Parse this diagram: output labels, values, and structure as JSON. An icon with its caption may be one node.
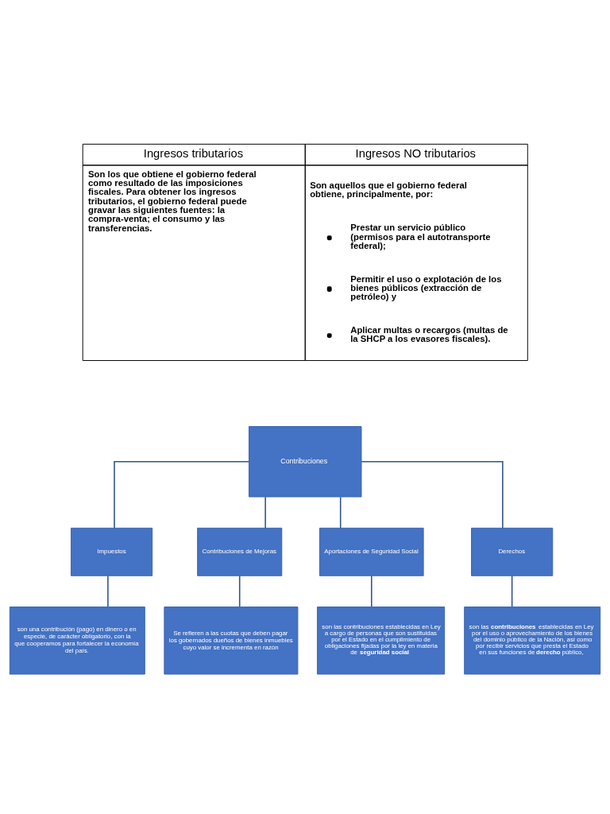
{
  "diagram": {
    "nodes": [
      {
        "text": [
          "Contribuciones"
        ]
      },
      {
        "text": [
          "Impuestos"
        ]
      },
      {
        "text": [
          "Contribuciones de Mejoras"
        ]
      },
      {
        "text": [
          "Aportaciones de Seguridad Social"
        ]
      },
      {
        "text": [
          "Derechos"
        ]
      },
      {
        "text": [
          "son una contribución (pago) en dinero o en especie, de carácter obligatorio, con la que cooperamos para fortalecer la economía del país."
        ]
      },
      {
        "text": [
          "Se refieren a las cuotas que deben pagar los gobernados dueños de bienes inmuebles cuyo valor se incrementa en razón"
        ]
      },
      {
        "text": [
          "son las contribuciones establecidas en Ley a cargo de personas que son sustituidas por el Estado en el cumplimiento de obligaciones fijadas por la ley en materia de **seguridad social**"
        ]
      },
      {
        "text": [
          "son las **contribuciones** establecidas en Ley por el uso o aprovechamiento de los bienes del dominio público de la Nación, así como por recibir servicios que presta el Estado en sus funciones de **derecho** público,"
        ]
      }
    ],
    "edges": [
      {
        "from": 0,
        "to": 1,
        "arrow": "none"
      },
      {
        "from": 0,
        "to": 2,
        "arrow": "none"
      },
      {
        "from": 0,
        "to": 3,
        "arrow": "none"
      },
      {
        "from": 0,
        "to": 4,
        "arrow": "none"
      },
      {
        "from": 1,
        "to": 5,
        "arrow": "none"
      },
      {
        "from": 2,
        "to": 6,
        "arrow": "none"
      },
      {
        "from": 3,
        "to": 7,
        "arrow": "none"
      },
      {
        "from": 4,
        "to": 8,
        "arrow": "none"
      }
    ],
    "labels": [
      "Ingresos tributarios",
      "Ingresos NO tributarios",
      "Son los que obtiene el gobierno federal como resultado de las imposiciones fiscales. Para obtener los ingresos tributarios, el gobierno federal puede gravar las siguientes fuentes: la compra-venta; el consumo y las transferencias.",
      "Son aquellos que el gobierno federal obtiene, principalmente, por:",
      "Prestar un servicio público (permisos para el autotransporte federal);",
      "Permitir el uso o explotación de los bienes públicos (extracción de petróleo) y",
      "Aplicar multas o recargos (multas de la SHCP a los evasores fiscales)."
    ]
  }
}
